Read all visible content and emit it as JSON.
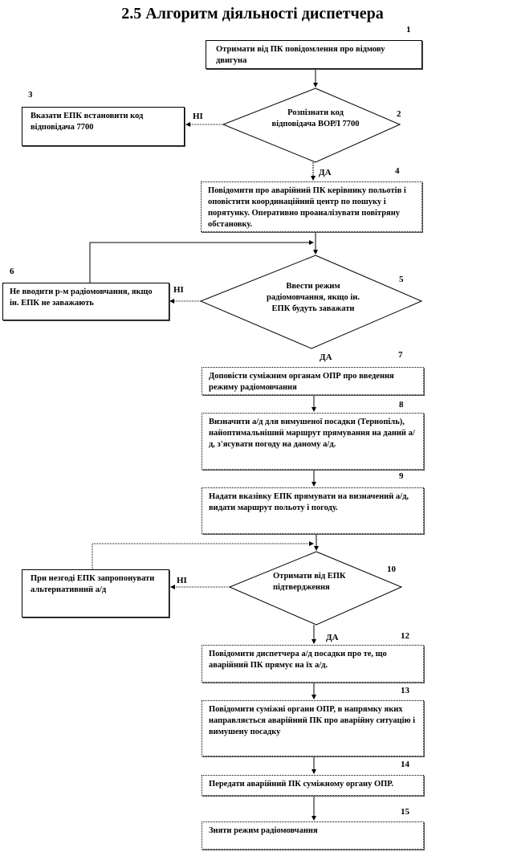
{
  "title": "2.5 Алгоритм діяльності диспетчера",
  "steps": {
    "s1": {
      "num": "1",
      "text": "Отримати від ПК повідомлення про відмову двигуна"
    },
    "s2": {
      "num": "2",
      "text": "Розпізнати код відповідача ВОРЛ 7700"
    },
    "s3": {
      "num": "3",
      "text": "Вказати ЕПК встановити код відповідача 7700"
    },
    "s4": {
      "num": "4",
      "text": "Повідомити про аварійний ПК керівнику польотів і оповістити координаційний центр по пошуку і порятунку. Оперативно проаналізувати повітряну обстановку."
    },
    "s5": {
      "num": "5",
      "text": "Ввести режим радіомовчання, якщо ін. ЕПК будуть заважати"
    },
    "s6": {
      "num": "6",
      "text": "Не вводити р-м радіомовчання, якщо ін. ЕПК не заважають"
    },
    "s7": {
      "num": "7",
      "text": "Доповісти суміжним органам ОПР про введення режиму радіомовчання"
    },
    "s8": {
      "num": "8",
      "text": "Визначити а/д для вимушеної посадки (Тернопіль), найоптимальніший маршрут прямування на даний а/д, з'ясувати погоду на даному а/д."
    },
    "s9": {
      "num": "9",
      "text": "Надати вказівку ЕПК прямувати на визначений а/д, видати маршрут польоту і погоду."
    },
    "s10": {
      "num": "10",
      "text": "Отримати від ЕПК підтвердження"
    },
    "s11": {
      "text": "При незгоді ЕПК запропонувати альтернативний а/д"
    },
    "s12": {
      "num": "12",
      "text": "Повідомити диспетчера а/д посадки про те, що аварійний ПК прямує на їх а/д."
    },
    "s13": {
      "num": "13",
      "text": "Повідомити суміжні органи ОПР, в напрямку яких направляється аварійний ПК про аварійну ситуацію і вимушену посадку"
    },
    "s14": {
      "num": "14",
      "text": "Передати аварійний ПК суміжному органу ОПР."
    },
    "s15": {
      "num": "15",
      "text": "Зняти режим радіомовчання"
    }
  },
  "labels": {
    "yes": "ДА",
    "no": "НІ"
  }
}
